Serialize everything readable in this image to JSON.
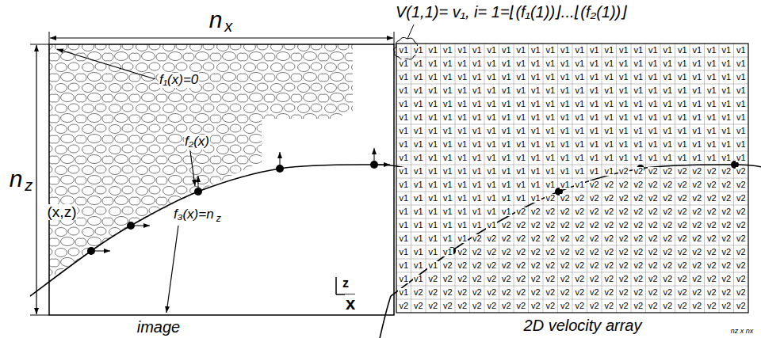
{
  "diagram": {
    "labels": [
      "V(1,1)= v₁, i= 1=⌊(f₁(1))⌋...⌊(f₂(1))⌋",
      "n",
      "x",
      "n",
      "z",
      "f₁(x)=0",
      "f₂(x)",
      "(x,z)",
      "f₃(x)=n",
      "z",
      "z",
      "x",
      "image",
      "2D velocity array",
      "nz x nx",
      "v1",
      "v1",
      "v1",
      "v1",
      "v1",
      "v1",
      "v1",
      "v1",
      "v1",
      "v1",
      "v1",
      "v1",
      "v1",
      "v1",
      "v1",
      "v1",
      "v1",
      "v1",
      "v1",
      "v1",
      "v1",
      "v1",
      "v1",
      "v1",
      "v1",
      "v1",
      "v1",
      "v1",
      "v1",
      "v1",
      "v1",
      "v1",
      "v1",
      "v1",
      "v1",
      "v1",
      "v1",
      "v1",
      "v1",
      "v1",
      "v1",
      "v1",
      "v1",
      "v1",
      "v1",
      "v1",
      "v1",
      "v1",
      "v1",
      "v1",
      "v1",
      "v1",
      "v1",
      "v1",
      "v1",
      "v1",
      "v1",
      "v1",
      "v1",
      "v1",
      "v1",
      "v1",
      "v1",
      "v1",
      "v1",
      "v1",
      "v1",
      "v1",
      "v1",
      "v1",
      "v1",
      "v1",
      "v1",
      "v1",
      "v1",
      "v1",
      "v1",
      "v1",
      "v1",
      "v1",
      "v1",
      "v1",
      "v1",
      "v1",
      "v1",
      "v1",
      "v1",
      "v1",
      "v1",
      "v1",
      "v1",
      "v1",
      "v1",
      "v1",
      "v1",
      "v1",
      "v1",
      "v1",
      "v1",
      "v1",
      "v1",
      "v1",
      "v1",
      "v1",
      "v1",
      "v1",
      "v1",
      "v1",
      "v1",
      "v1",
      "v1",
      "v1",
      "v1",
      "v1",
      "v1",
      "v1",
      "v1",
      "v1",
      "v1",
      "v1",
      "v1",
      "v1",
      "v1",
      "v1",
      "v1",
      "v1",
      "v1",
      "v1",
      "v1",
      "v1",
      "v1",
      "v1",
      "v1",
      "v1",
      "v1",
      "v1",
      "v1",
      "v1",
      "v1",
      "v1",
      "v1",
      "v1",
      "v1",
      "v1",
      "v1",
      "v1",
      "v1",
      "v1",
      "v1",
      "v1",
      "v1",
      "v1",
      "v1",
      "v1",
      "v1",
      "v1",
      "v1",
      "v1",
      "v1",
      "v1",
      "v1",
      "v1",
      "v1",
      "v1",
      "v1",
      "v1",
      "v1",
      "v1",
      "v1",
      "v1",
      "v1",
      "v1",
      "v1",
      "v1",
      "v1",
      "v1",
      "v1",
      "v1",
      "v1",
      "v1",
      "v1",
      "v1",
      "v1",
      "v1",
      "v1",
      "v1",
      "v1",
      "v1",
      "v1",
      "v1",
      "v1",
      "v1",
      "v1",
      "v1",
      "v1",
      "v1",
      "v1",
      "v1",
      "v1",
      "v1",
      "v1",
      "v1",
      "v1",
      "v1",
      "v1",
      "v1",
      "v1",
      "v1",
      "v1",
      "v1",
      "v1",
      "v1",
      "v1",
      "v1",
      "v1",
      "v1",
      "v1",
      "v1",
      "v1",
      "v1",
      "v1",
      "v1",
      "v1",
      "v1",
      "v1",
      "v1",
      "v1",
      "v1",
      "v1",
      "v1",
      "v1",
      "v2",
      "v2",
      "v2",
      "v2",
      "v2",
      "v2",
      "v2",
      "v2",
      "v2",
      "v1",
      "v1",
      "v1",
      "v1",
      "v1",
      "v1",
      "v1",
      "v1",
      "v1",
      "v1",
      "v1",
      "v1",
      "v1",
      "v2",
      "v2",
      "v2",
      "v2",
      "v2",
      "v2",
      "v2",
      "v2",
      "v2",
      "v2",
      "v2",
      "v1",
      "v1",
      "v1",
      "v1",
      "v1",
      "v1",
      "v1",
      "v1",
      "v1",
      "v1",
      "v2",
      "v2",
      "v2",
      "v2",
      "v2",
      "v2",
      "v2",
      "v2",
      "v2",
      "v2",
      "v2",
      "v2",
      "v2",
      "v2",
      "v1",
      "v1",
      "v1",
      "v1",
      "v1",
      "v1",
      "v1",
      "v1",
      "v2",
      "v2",
      "v2",
      "v2",
      "v2",
      "v2",
      "v2",
      "v2",
      "v2",
      "v2",
      "v2",
      "v2",
      "v2",
      "v2",
      "v2",
      "v2",
      "v1",
      "v1",
      "v1",
      "v1",
      "v1",
      "v1",
      "v1",
      "v2",
      "v2",
      "v2",
      "v2",
      "v2",
      "v2",
      "v2",
      "v2",
      "v2",
      "v2",
      "v2",
      "v2",
      "v2",
      "v2",
      "v2",
      "v2",
      "v2",
      "v1",
      "v1",
      "v1",
      "v1",
      "v1",
      "v2",
      "v2",
      "v2",
      "v2",
      "v2",
      "v2",
      "v2",
      "v2",
      "v2",
      "v2",
      "v2",
      "v2",
      "v2",
      "v2",
      "v2",
      "v2",
      "v2",
      "v2",
      "v2",
      "v1",
      "v1",
      "v1",
      "v1",
      "v2",
      "v2",
      "v2",
      "v2",
      "v2",
      "v2",
      "v2",
      "v2",
      "v2",
      "v2",
      "v2",
      "v2",
      "v2",
      "v2",
      "v2",
      "v2",
      "v2",
      "v2",
      "v2",
      "v2",
      "v1",
      "v1",
      "v1",
      "v2",
      "v2",
      "v2",
      "v2",
      "v2",
      "v2",
      "v2",
      "v2",
      "v2",
      "v2",
      "v2",
      "v2",
      "v2",
      "v2",
      "v2",
      "v2",
      "v2",
      "v2",
      "v2",
      "v2",
      "v2",
      "v1",
      "v1",
      "v2",
      "v2",
      "v2",
      "v2",
      "v2",
      "v2",
      "v2",
      "v2",
      "v2",
      "v2",
      "v2",
      "v2",
      "v2",
      "v2",
      "v2",
      "v2",
      "v2",
      "v2",
      "v2",
      "v2",
      "v2",
      "v2",
      "v1",
      "v2",
      "v2",
      "v2",
      "v2",
      "v2",
      "v2",
      "v2",
      "v2",
      "v2",
      "v2",
      "v2",
      "v2",
      "v2",
      "v2",
      "v2",
      "v2",
      "v2",
      "v2",
      "v2",
      "v2",
      "v2",
      "v2",
      "v2",
      "v2",
      "v2",
      "v2",
      "v2",
      "v2",
      "v2",
      "v2",
      "v2",
      "v2",
      "v2",
      "v2",
      "v2",
      "v2",
      "v2",
      "v2",
      "v2",
      "v2",
      "v2",
      "v2",
      "v2",
      "v2",
      "v2",
      "v2",
      "v2"
    ]
  }
}
